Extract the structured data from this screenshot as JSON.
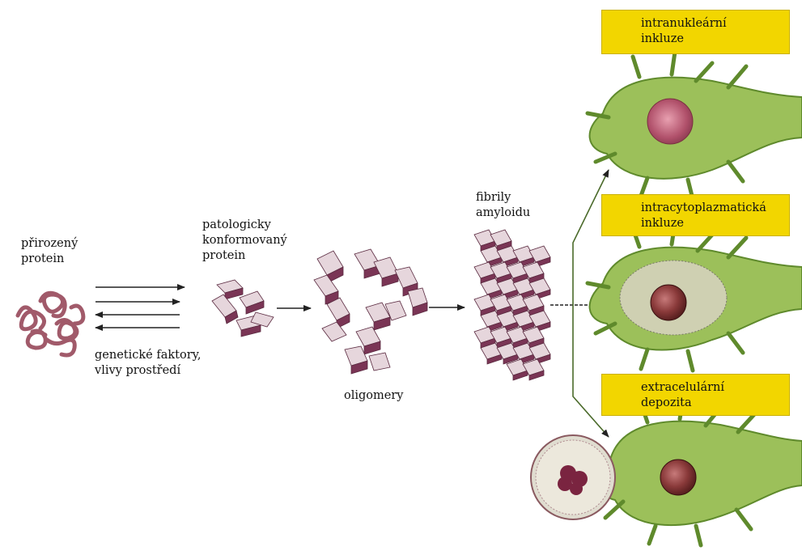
{
  "labels": {
    "native_protein": "přirozený\nprotein",
    "factors": "genetické faktory,\nvlivy prostředí",
    "misfolded_protein": "patologicky\nkonformovaný\nprotein",
    "oligomers": "oligomery",
    "fibrils": "fibrily\namyloidu"
  },
  "outcome_boxes": [
    {
      "label": "intranukleární\ninkluze"
    },
    {
      "label": "intracytoplazmatická\ninkluze"
    },
    {
      "label": "extracelulární\ndepozita"
    }
  ],
  "colors": {
    "box_fill": "#f2d600",
    "cell_fill": "#9cc05a",
    "cell_stroke": "#5f8a2c",
    "nucleus": "#8a3a3a",
    "protein": "#a15a6a",
    "block_light": "#e6d6dc",
    "block_dark": "#7a3555",
    "arrow": "#222222"
  }
}
